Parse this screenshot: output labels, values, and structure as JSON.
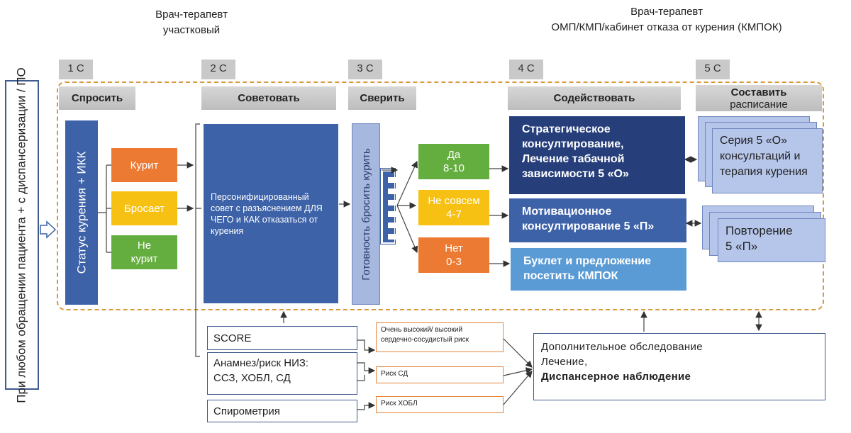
{
  "captions": {
    "left_role_line1": "Врач-терапевт",
    "left_role_line2": "участковый",
    "right_role_line1": "Врач-терапевт",
    "right_role_line2": "ОМП/КМП/кабинет отказа от курения (КМПОК)"
  },
  "entry_label": "При любом обращении пациента + с диспансеризации / ПО",
  "steps": [
    {
      "num": "1 С",
      "title": "Спросить"
    },
    {
      "num": "2 С",
      "title": "Советовать"
    },
    {
      "num": "3 С",
      "title": "Сверить"
    },
    {
      "num": "4 С",
      "title": "Содействовать"
    },
    {
      "num": "5 С",
      "title_line1": "Составить",
      "title_line2": "расписание"
    }
  ],
  "ask": {
    "status_label": "Статус курения + ИКК",
    "options": [
      "Курит",
      "Бросает",
      "Не курит"
    ]
  },
  "advice_text": "Персонифицированный совет  с разъяснением ДЛЯ ЧЕГО и КАК отказаться от курения",
  "check": {
    "readiness_label": "Готовность бросить курить",
    "answers": [
      {
        "label": "Да",
        "range": "8-10"
      },
      {
        "label": "Не совсем",
        "range": "4-7"
      },
      {
        "label": "Нет",
        "range": "0-3"
      }
    ]
  },
  "assist": {
    "strategic": [
      "Стратегическое",
      "консултирование,",
      "Лечение табачной",
      "зависимости 5 «О»"
    ],
    "motivational": [
      "Мотивационное",
      "консултирование  5 «П»"
    ],
    "booklet": [
      "Буклет и предложение",
      "посетить КМПОК"
    ]
  },
  "schedule": {
    "series": [
      "Серия 5 «О»",
      "консультаций и",
      "терапия курения"
    ],
    "repeat": [
      "Повторение",
      "5 «П»"
    ]
  },
  "assessment": {
    "score": "SCORE",
    "anamnesis": [
      "Анамнез/риск НИЗ:",
      "ССЗ, ХОБЛ, СД"
    ],
    "spirometry": "Спирометрия"
  },
  "risks": {
    "cv_risk": [
      "Очень высокий/ высокий",
      "сердечно-сосудистый риск"
    ],
    "diabetes_risk": "Риск СД",
    "copd_risk": "Риск ХОБЛ"
  },
  "followup": {
    "line1": "Дополнительное  обследование",
    "line2": "Лечение,",
    "line3": "Диспансерное наблюдение"
  },
  "colors": {
    "dark_blue": "#263e7a",
    "mid_blue": "#3d62a8",
    "light_blue": "#5b9bd5",
    "green": "#64ad3f",
    "orange": "#ed7a32",
    "yellow": "#f7c113",
    "dashed_border": "#d79a3a"
  }
}
